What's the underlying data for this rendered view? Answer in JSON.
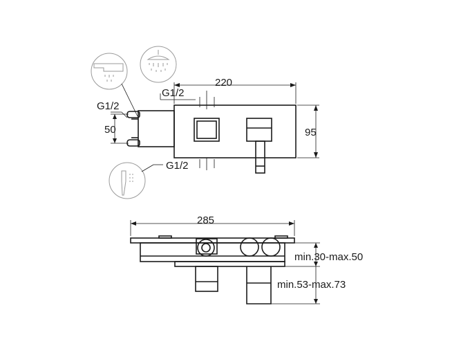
{
  "front_view": {
    "width_label": "220",
    "height_label": "95",
    "top_thread_label": "G1/2",
    "bottom_thread_label": "G1/2",
    "side_thread_label": "G1/2",
    "side_spacing_label": "50"
  },
  "top_view": {
    "width_label": "285",
    "depth_min_max_label": "min.30-max.50",
    "handle_min_max_label": "min.53-max.73"
  },
  "icons": [
    "bath-spout-icon",
    "overhead-shower-icon",
    "hand-shower-icon"
  ]
}
